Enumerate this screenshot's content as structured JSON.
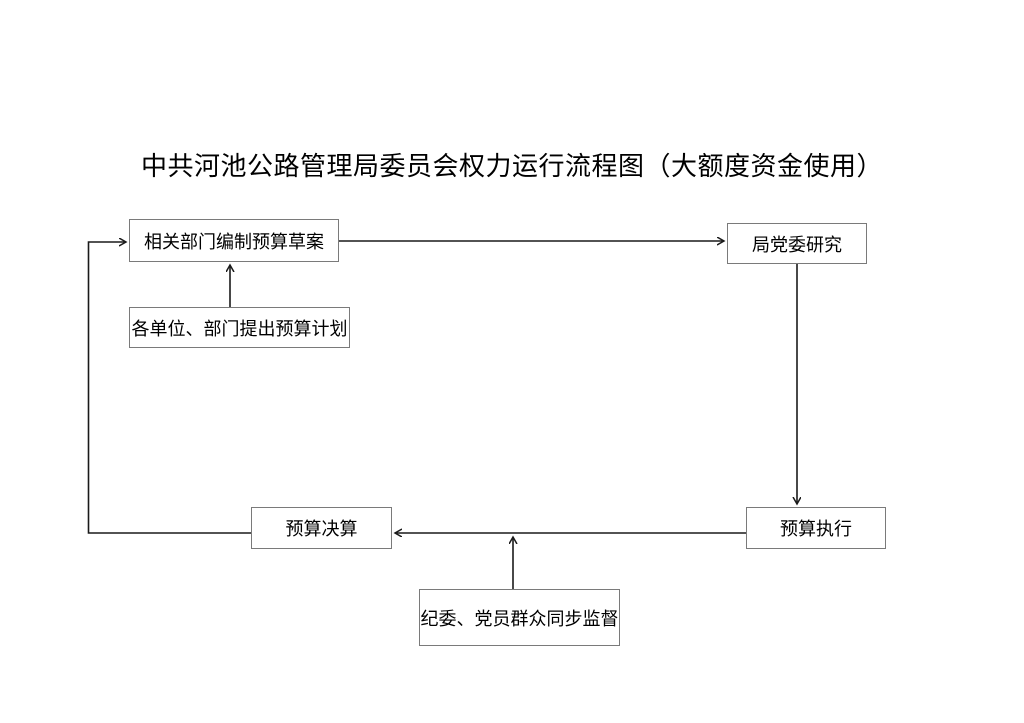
{
  "title": "中共河池公路管理局委员会权力运行流程图（大额度资金使用）",
  "colors": {
    "background": "#ffffff",
    "line": "#1a1a1a",
    "box_border": "#7a7a7a",
    "text": "#000000"
  },
  "nodes": [
    {
      "id": "draft",
      "label": "相关部门编制预算草案"
    },
    {
      "id": "plan",
      "label": "各单位、部门提出预算计划"
    },
    {
      "id": "committee",
      "label": "局党委研究"
    },
    {
      "id": "execution",
      "label": "预算执行"
    },
    {
      "id": "final",
      "label": "预算决算"
    },
    {
      "id": "supervision",
      "label": "纪委、党员群众同步监督"
    }
  ],
  "edges": [
    {
      "from": "plan",
      "to": "draft",
      "direction": "up"
    },
    {
      "from": "draft",
      "to": "committee",
      "direction": "right"
    },
    {
      "from": "committee",
      "to": "execution",
      "direction": "down"
    },
    {
      "from": "execution",
      "to": "final",
      "direction": "left"
    },
    {
      "from": "supervision",
      "to": "execution-final-line",
      "direction": "up"
    },
    {
      "from": "final",
      "to": "draft",
      "direction": "left-up-right-feedback"
    }
  ]
}
